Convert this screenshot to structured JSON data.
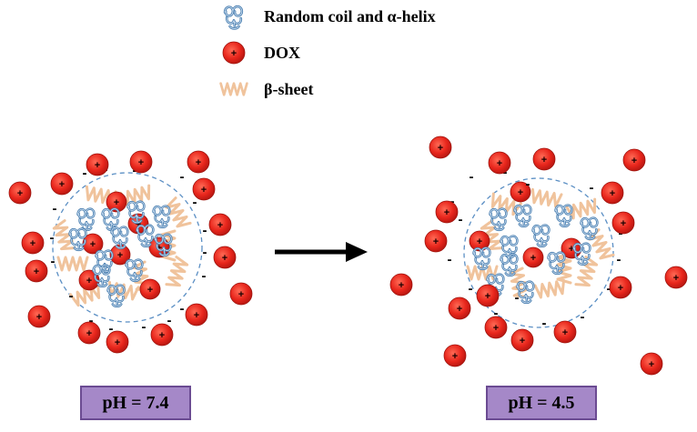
{
  "legend": {
    "coil_label": "Random coil and α-helix",
    "dox_label": "DOX",
    "sheet_label": "β-sheet"
  },
  "panels": {
    "left_ph": "pH = 7.4",
    "right_ph": "pH = 4.5"
  },
  "symbols": {
    "plus": "+",
    "minus": "-"
  },
  "colors": {
    "dox_fill": "#e8261c",
    "coil_stroke": "#4a7fb0",
    "sheet_stroke": "#f0c39c",
    "boundary": "#5b8fc4",
    "ph_box_fill": "#a588c8",
    "arrow": "#000000"
  }
}
